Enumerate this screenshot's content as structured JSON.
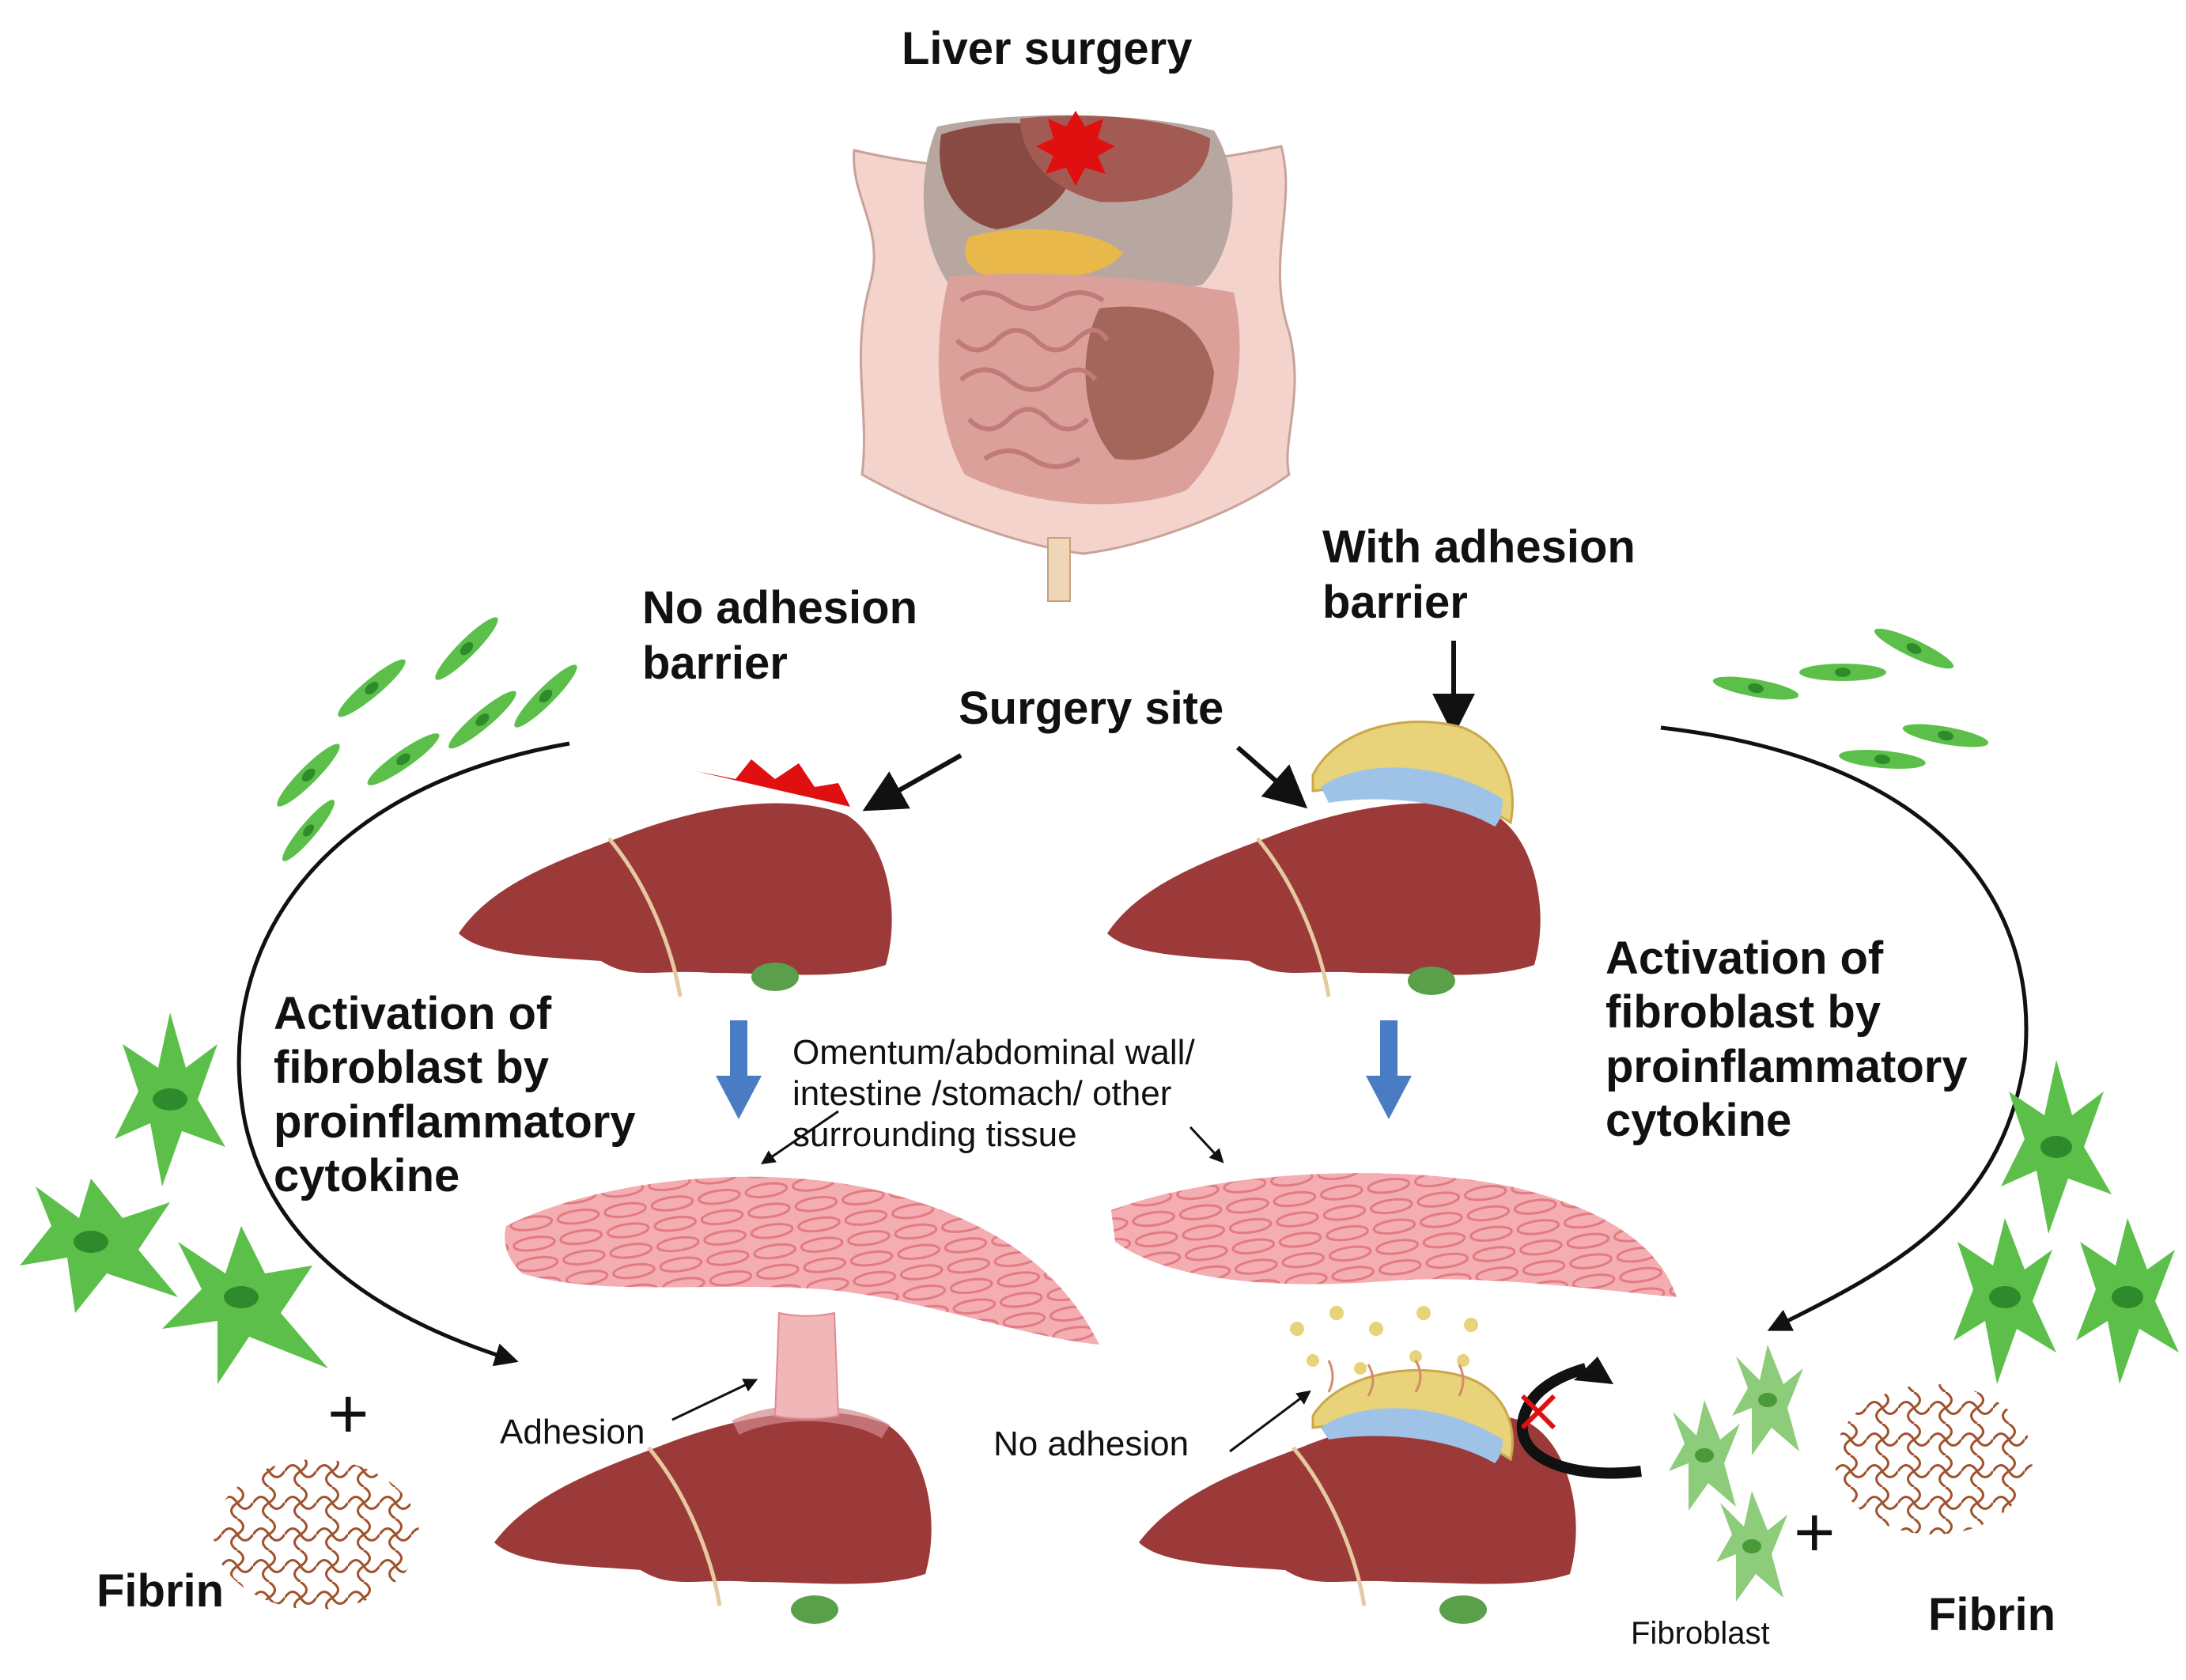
{
  "labels": {
    "liver_surgery": "Liver surgery",
    "no_barrier_line1": "No adhesion",
    "no_barrier_line2": "barrier",
    "with_barrier_line1": "With adhesion",
    "with_barrier_line2": "barrier",
    "surgery_site": "Surgery site",
    "activation_left": "Activation of fibroblast by proinflammatory cytokine",
    "activation_right": "Activation of fibroblast by proinflammatory cytokine",
    "tissue_note": "Omentum/abdominal wall/ intestine /stomach/ other surrounding tissue",
    "adhesion": "Adhesion",
    "no_adhesion": "No adhesion",
    "fibrin_left": "Fibrin",
    "fibrin_right": "Fibrin",
    "fibroblast": "Fibroblast",
    "plus_left": "+",
    "plus_right": "+"
  },
  "colors": {
    "liver": "#9c3a3a",
    "liver_dark": "#7a2a2a",
    "tissue": "#f2a3a8",
    "fibroblast": "#5bbf4a",
    "fibroblast_dark": "#2e8a2a",
    "fibrin": "#a0522d",
    "arrow_blue": "#4a7cc4",
    "wound_red": "#e01010",
    "barrier_yellow": "#e8d27a",
    "barrier_blue": "#9ec3e6"
  }
}
